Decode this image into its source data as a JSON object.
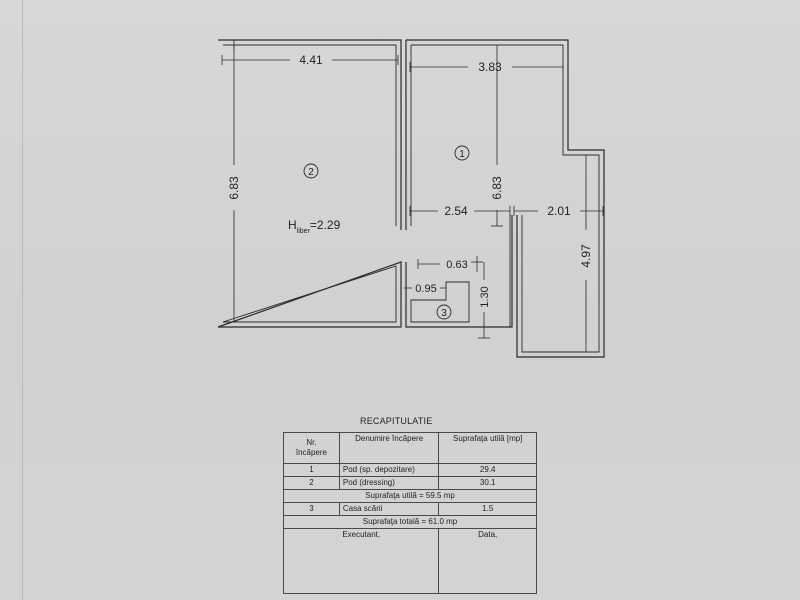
{
  "plan": {
    "dimensions": {
      "room2_width": "4.41",
      "room1_width": "3.83",
      "room2_height": "6.83",
      "room1_height": "6.83",
      "corridor_width": "2.54",
      "annex_width": "2.01",
      "annex_height": "4.97",
      "stair_offset": "0.63",
      "stair_width": "0.95",
      "stair_depth": "1.30"
    },
    "rooms": {
      "room1": "1",
      "room2": "2",
      "room3": "3"
    },
    "height_label": {
      "prefix": "H",
      "sub": "liber",
      "value": "=2.29"
    }
  },
  "recap": {
    "title": "RECAPITULATIE",
    "headers": {
      "nr_line1": "Nr.",
      "nr_line2": "încăpere",
      "name": "Denumire încăpere",
      "area": "Suprafaţa utilă [mp]"
    },
    "rows": [
      {
        "nr": "1",
        "name": "Pod (sp. depozitare)",
        "area": "29.4"
      },
      {
        "nr": "2",
        "name": "Pod (dressing)",
        "area": "30.1"
      }
    ],
    "useful_total": "Suprafaţa utilă = 59.5 mp",
    "row3": {
      "nr": "3",
      "name": "Casa scării",
      "area": "1.5"
    },
    "grand_total": "Suprafaţa totală = 61.0 mp",
    "executant": "Executant,",
    "date": "Data,"
  }
}
